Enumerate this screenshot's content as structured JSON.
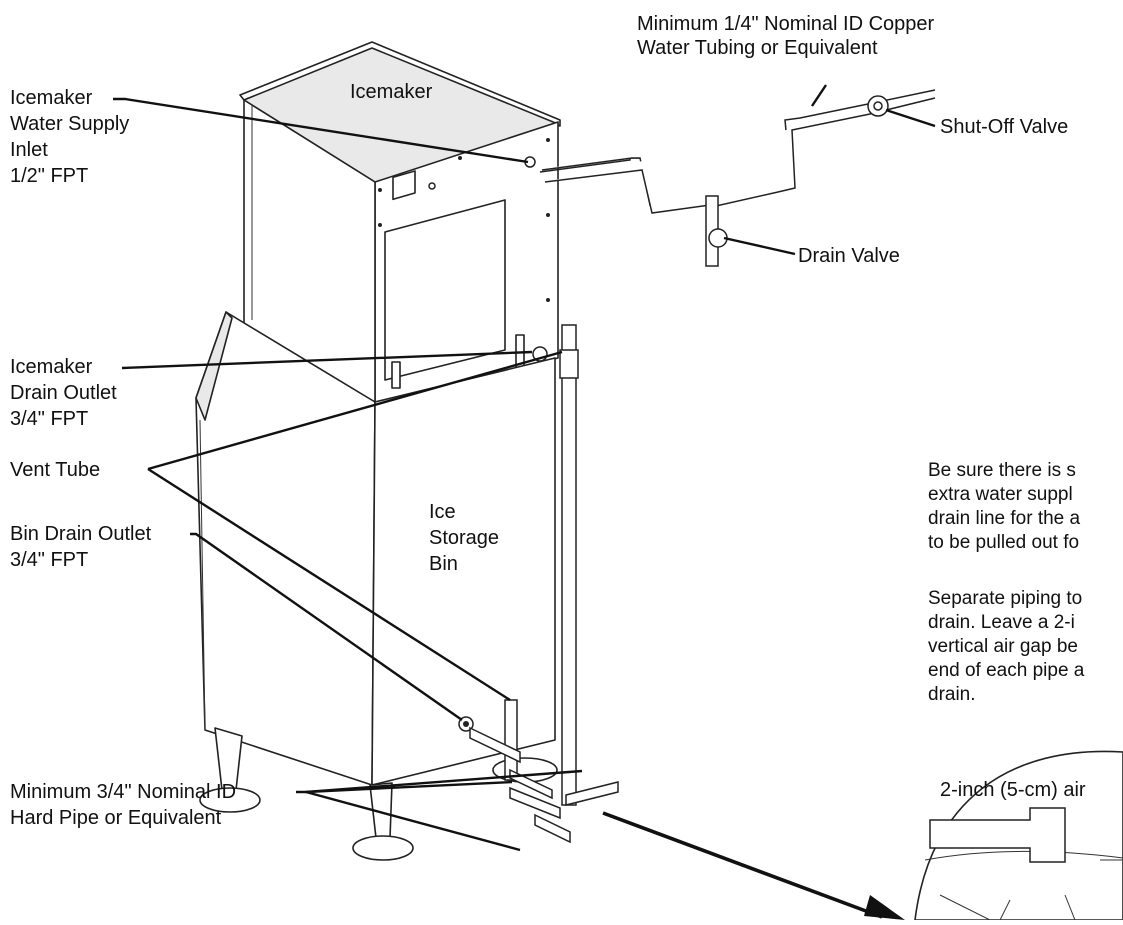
{
  "labels": {
    "copper_tubing": [
      "Minimum 1/4\" Nominal ID Copper",
      "Water Tubing or Equivalent"
    ],
    "icemaker_inlet": [
      "Icemaker",
      "Water Supply",
      "Inlet",
      "1/2\" FPT"
    ],
    "icemaker_top": "Icemaker",
    "shutoff_valve": "Shut-Off Valve",
    "drain_valve": "Drain Valve",
    "icemaker_drain": [
      "Icemaker",
      "Drain Outlet",
      "3/4\" FPT"
    ],
    "vent_tube": "Vent Tube",
    "bin_drain": [
      "Bin Drain Outlet",
      "3/4\" FPT"
    ],
    "ice_bin": [
      "Ice",
      "Storage",
      "Bin"
    ],
    "hard_pipe": [
      "Minimum 3/4\" Nominal ID",
      "Hard Pipe or Equivalent"
    ],
    "note_clearance": [
      "Be sure there is s",
      "extra water suppl",
      "drain line for the a",
      "to be pulled out fo"
    ],
    "note_airgap": [
      "Separate piping to",
      "drain. Leave a 2-i",
      "vertical air gap be",
      "end of each pipe a",
      "drain."
    ],
    "airgap_callout": "2-inch (5-cm) air"
  }
}
